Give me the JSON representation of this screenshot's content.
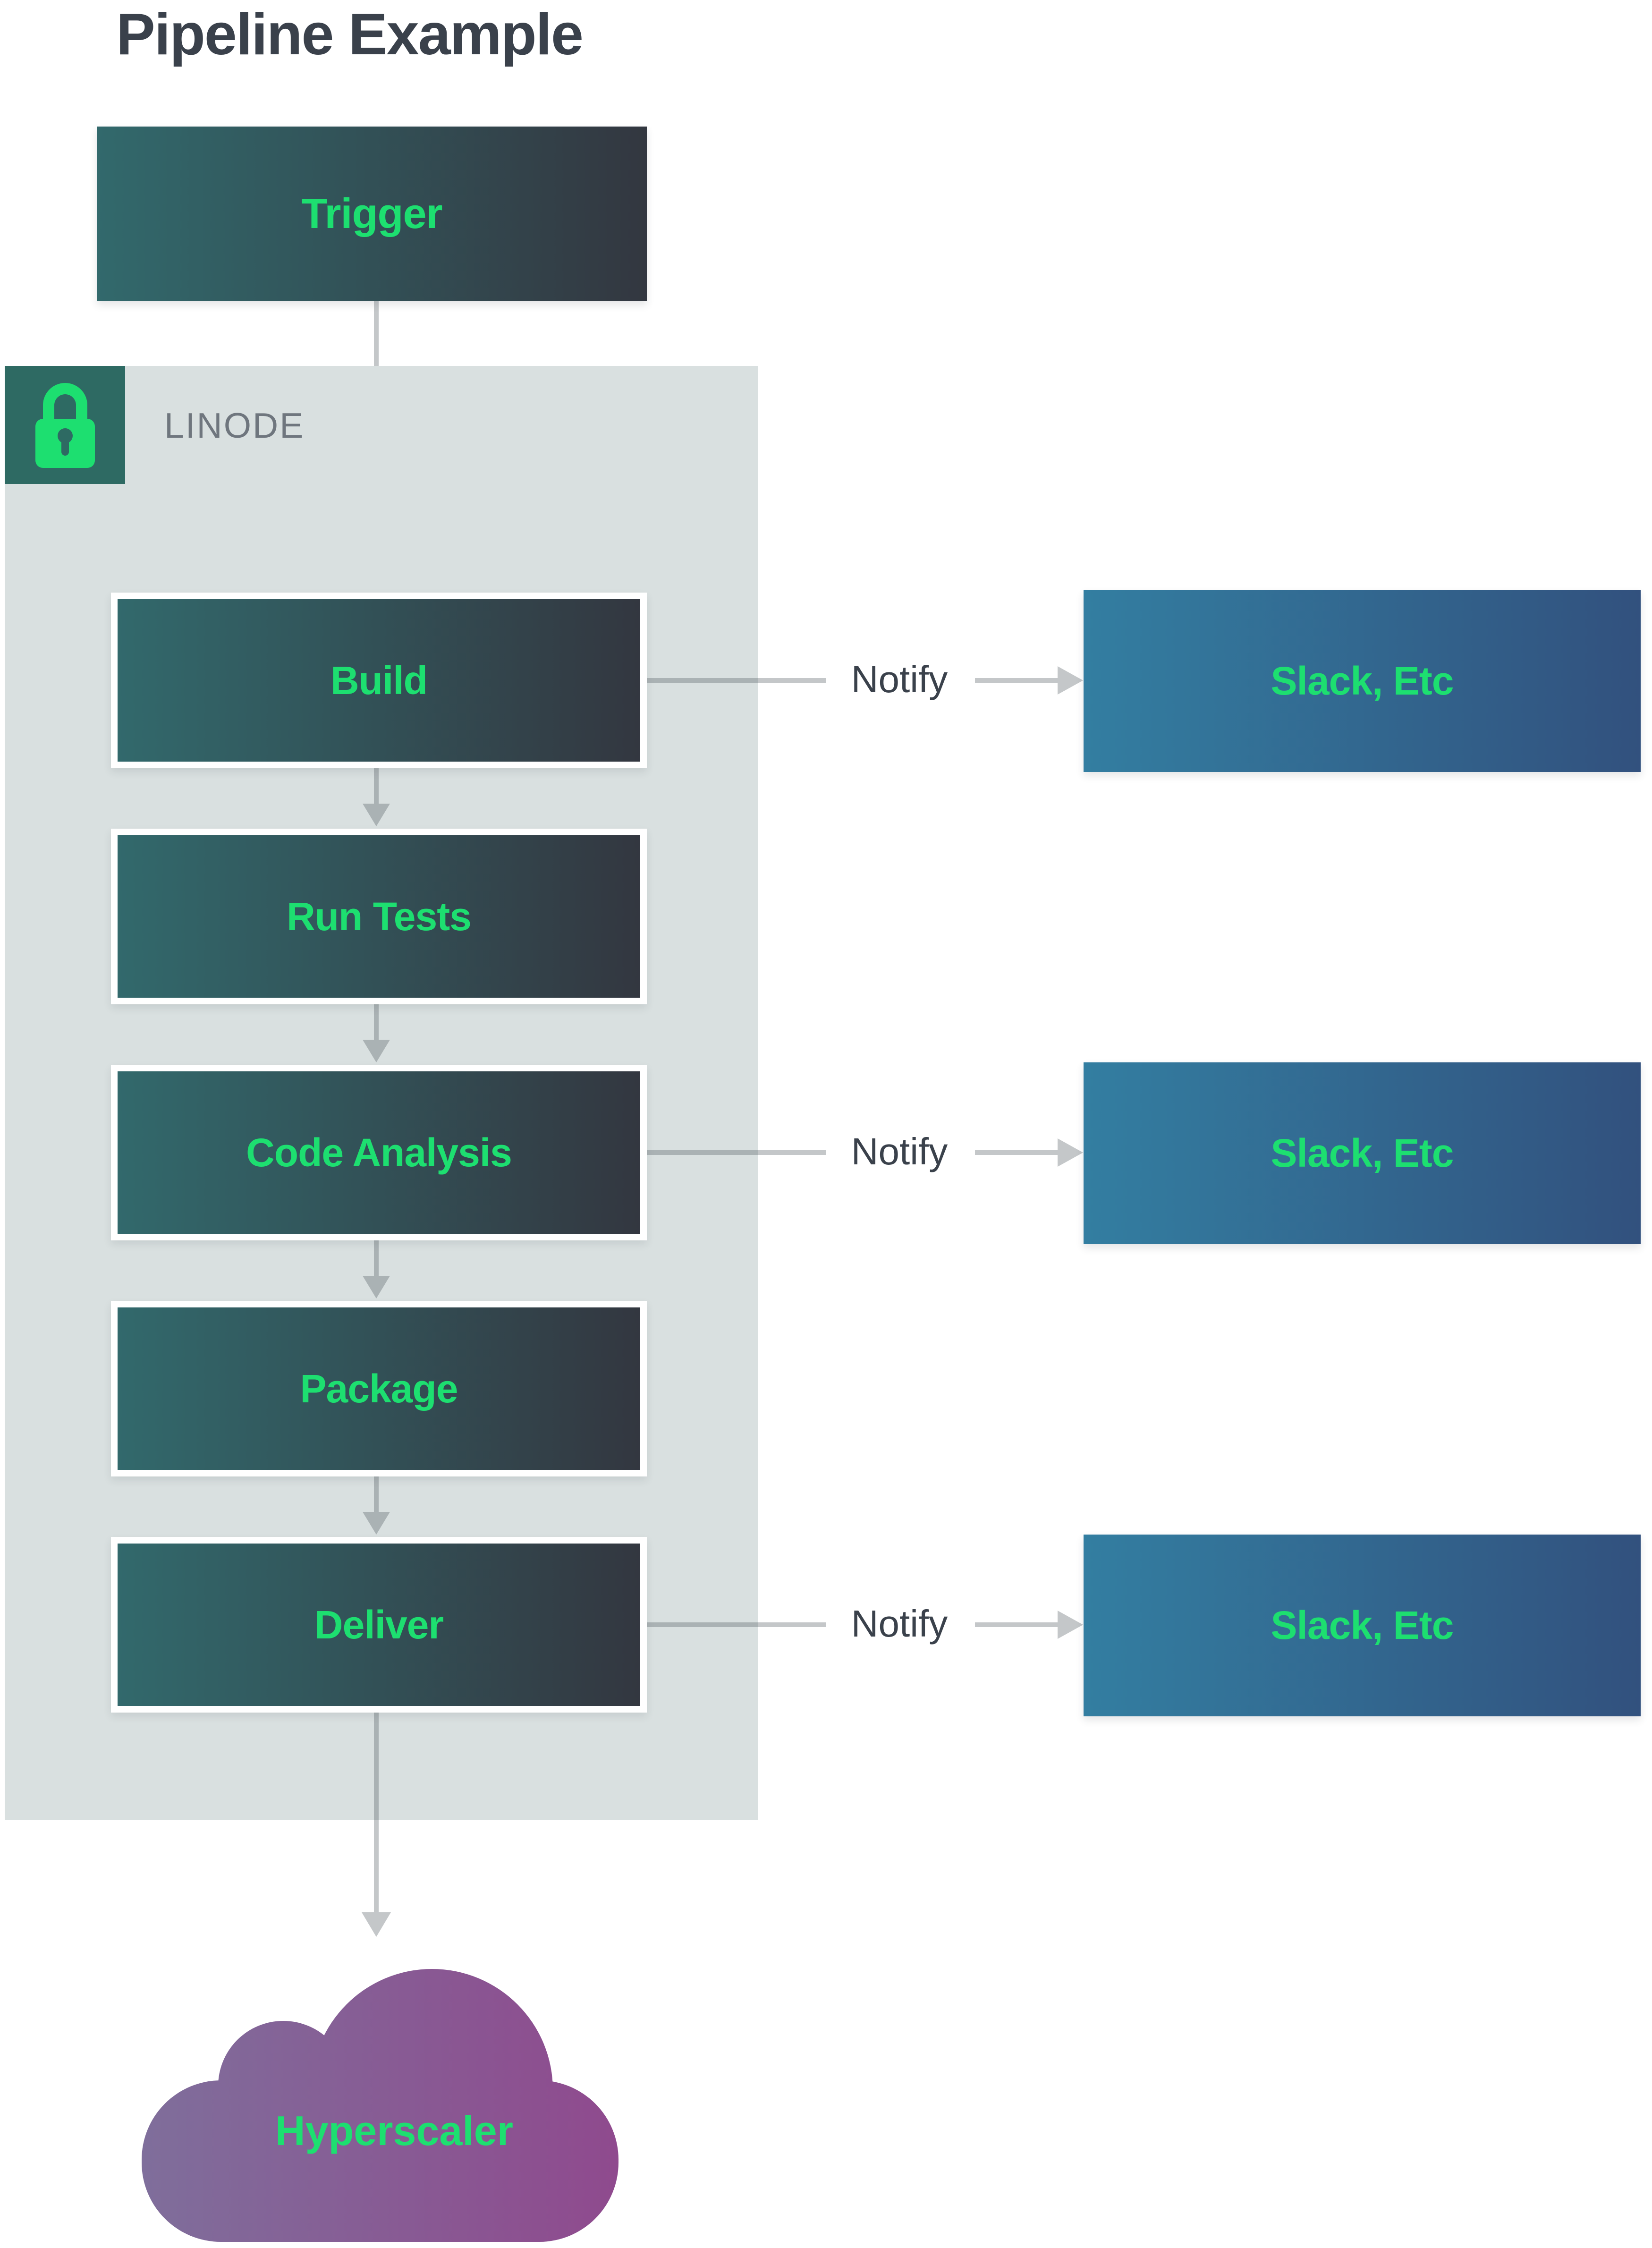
{
  "title": "Pipeline Example",
  "trigger": {
    "label": "Trigger"
  },
  "container": {
    "label": "LINODE",
    "icon": "lock-icon"
  },
  "stages": [
    {
      "id": "build",
      "label": "Build",
      "notify": true
    },
    {
      "id": "run-tests",
      "label": "Run Tests",
      "notify": false
    },
    {
      "id": "code-analysis",
      "label": "Code Analysis",
      "notify": true
    },
    {
      "id": "package",
      "label": "Package",
      "notify": false
    },
    {
      "id": "deliver",
      "label": "Deliver",
      "notify": true
    }
  ],
  "notify_label": "Notify",
  "notification_target_label": "Slack, Etc",
  "cloud": {
    "label": "Hyperscaler"
  },
  "colors": {
    "accent_green": "#1ddf70",
    "title_text": "#3a414b",
    "notify_text": "#3a414b",
    "linode_text": "#6f767e",
    "container_bg": "#d9e0e0",
    "lock_tile_bg": "#2e6a63",
    "stage_grad_left": "#32696c",
    "stage_grad_right": "#333740",
    "slack_grad_left": "#337ea1",
    "slack_grad_right": "#32517e",
    "cloud_grad_left": "#7f6e9b",
    "cloud_grad_right": "#8f4a8e",
    "arrow": "rgba(70,80,86,0.32)"
  }
}
